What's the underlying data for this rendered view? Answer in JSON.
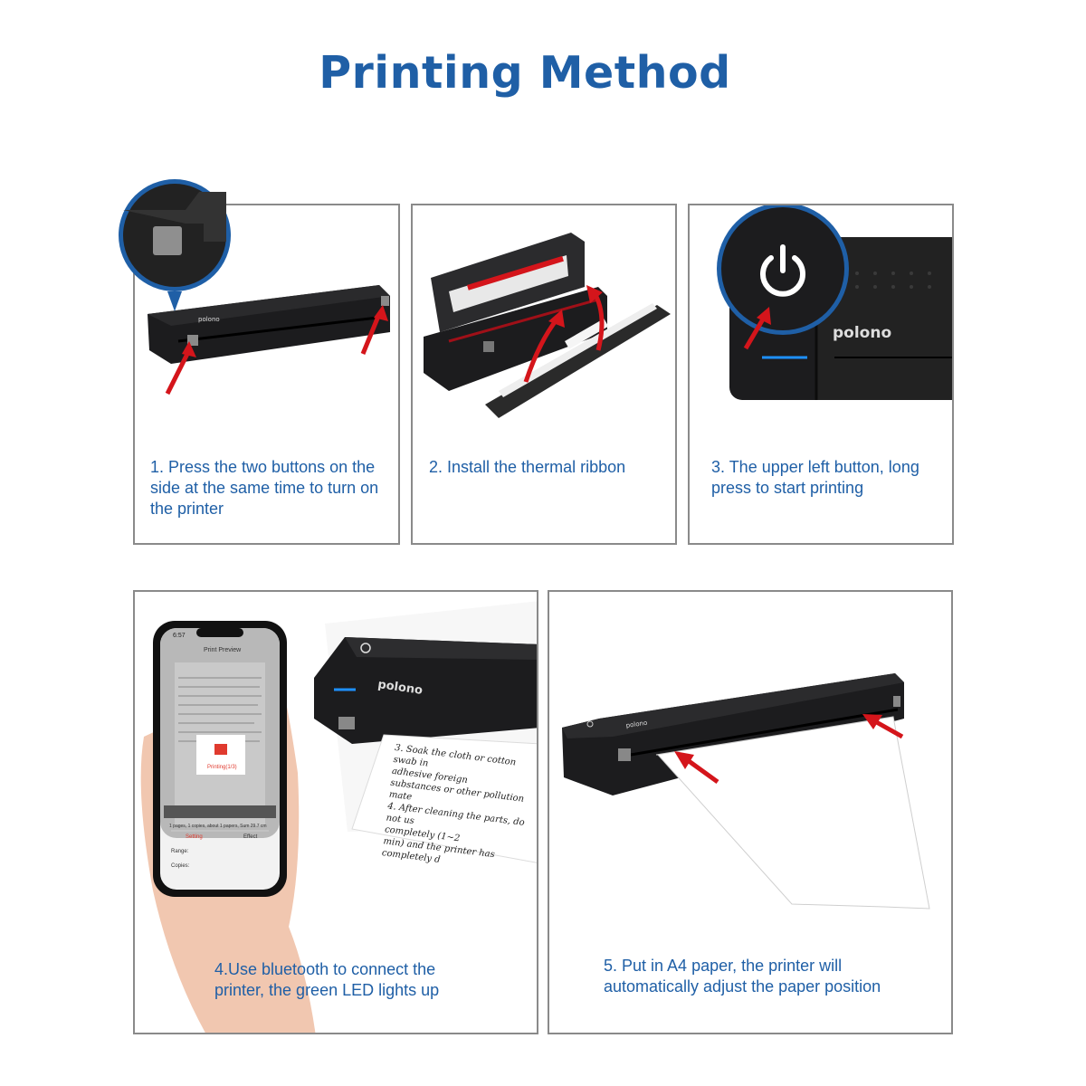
{
  "title": "Printing Method",
  "brand": "polono",
  "steps": [
    {
      "caption": "1. Press the two buttons on the side at the same time to turn on the printer"
    },
    {
      "caption": "2. Install the thermal ribbon"
    },
    {
      "caption": "3. The upper left button, long press to start printing"
    },
    {
      "caption": "4.Use bluetooth to connect the printer, the green LED lights up"
    },
    {
      "caption": "5. Put in A4 paper, the printer will automatically adjust the paper position"
    }
  ],
  "phone": {
    "time": "6:57",
    "screen_title": "Print Preview",
    "status_label": "Printing(1/3)",
    "summary": "1 pages, 1 copies, about 1 papers, Sum 29.7 cm",
    "tab_setting": "Setting",
    "tab_effect": "Effect",
    "range_label": "Range:",
    "copies_label": "Copies:"
  },
  "paper_text": [
    "3. Soak the cloth or cotton swab in",
    "adhesive foreign",
    "substances or other pollution mate",
    "4. After cleaning the parts, do not us",
    "completely (1~2",
    "min) and the printer has completely d"
  ],
  "colors": {
    "accent": "#1f5fa6",
    "arrow": "#d4151b",
    "printer_body": "#1c1c1e",
    "led": "#1e90ff"
  }
}
